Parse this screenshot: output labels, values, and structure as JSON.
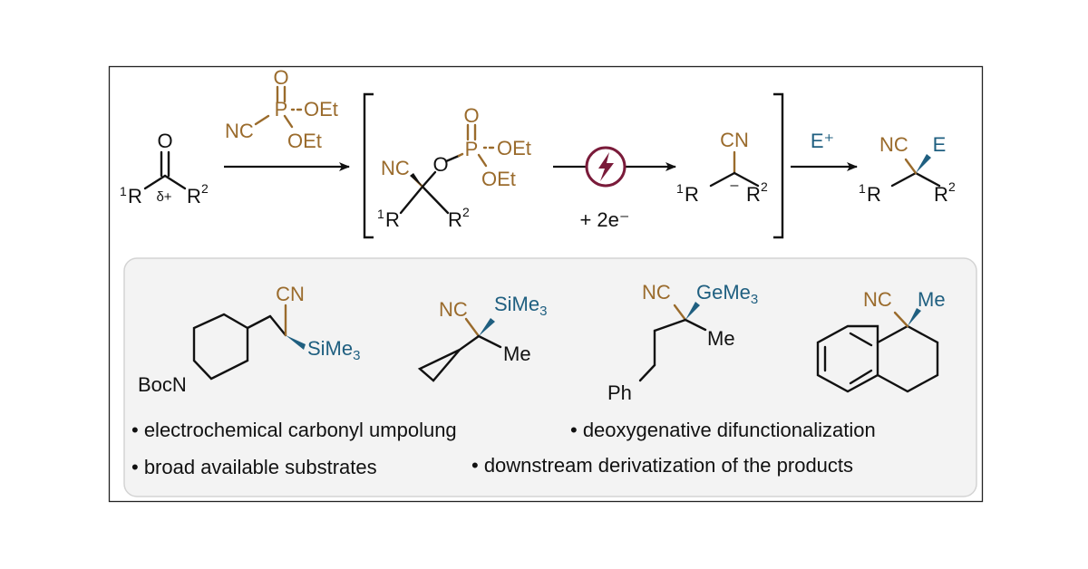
{
  "colors": {
    "reagent": "#9a6b2c",
    "electrophile": "#1f5f80",
    "electro_icon": "#7a1b3a",
    "panel_fill": "#f3f3f3",
    "panel_border": "#d3d3d3",
    "frame": "#222222"
  },
  "reaction": {
    "substrate": {
      "o": "O",
      "r1_sup": "1",
      "r1": "R",
      "delta": "δ+",
      "r2": "R",
      "r2_sup": "2"
    },
    "reagent": {
      "o": "O",
      "p": "P",
      "nc": "NC",
      "oet_right": "OEt",
      "oet_bottom": "OEt"
    },
    "intermediate1": {
      "nc": "NC",
      "o": "O",
      "p": "P",
      "po": "O",
      "oet_right": "OEt",
      "oet_bottom": "OEt",
      "r1_sup": "1",
      "r1": "R",
      "r2": "R",
      "r2_sup": "2"
    },
    "electro": {
      "icon": "lightning-bolt-icon",
      "label": "+ 2e⁻"
    },
    "carbanion": {
      "cn": "CN",
      "charge": "–",
      "r1_sup": "1",
      "r1": "R",
      "r2": "R",
      "r2_sup": "2"
    },
    "electrophile_label": "E⁺",
    "product": {
      "nc": "NC",
      "e": "E",
      "r1_sup": "1",
      "r1": "R",
      "r2": "R",
      "r2_sup": "2"
    }
  },
  "examples": [
    {
      "cn": "CN",
      "si": "SiMe",
      "si_sub": "3",
      "boc": "BocN"
    },
    {
      "nc": "NC",
      "si": "SiMe",
      "si_sub": "3",
      "me": "Me"
    },
    {
      "nc": "NC",
      "ge": "GeMe",
      "ge_sub": "3",
      "me": "Me",
      "ph": "Ph"
    },
    {
      "nc": "NC",
      "me": "Me"
    }
  ],
  "bullets": [
    "• electrochemical carbonyl umpolung",
    "• deoxygenative difunctionalization",
    "• broad available substrates",
    "• downstream derivatization of the products"
  ]
}
